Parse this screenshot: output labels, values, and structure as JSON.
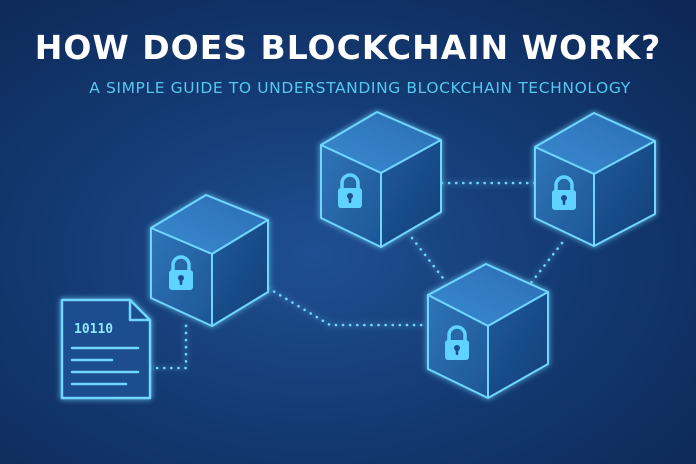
{
  "header": {
    "title": "HOW DOES BLOCKCHAIN WORK?",
    "subtitle": "A SIMPLE GUIDE TO UNDERSTANDING BLOCKCHAIN TECHNOLOGY"
  },
  "document": {
    "code": "10110",
    "icon": "document-icon"
  },
  "blocks": [
    {
      "icon": "lock-icon"
    },
    {
      "icon": "lock-icon"
    },
    {
      "icon": "lock-icon"
    },
    {
      "icon": "lock-icon"
    }
  ],
  "colors": {
    "background": "#143b74",
    "accent": "#56c8f0",
    "cube_edge": "#6fd6ff",
    "title": "#ffffff"
  }
}
